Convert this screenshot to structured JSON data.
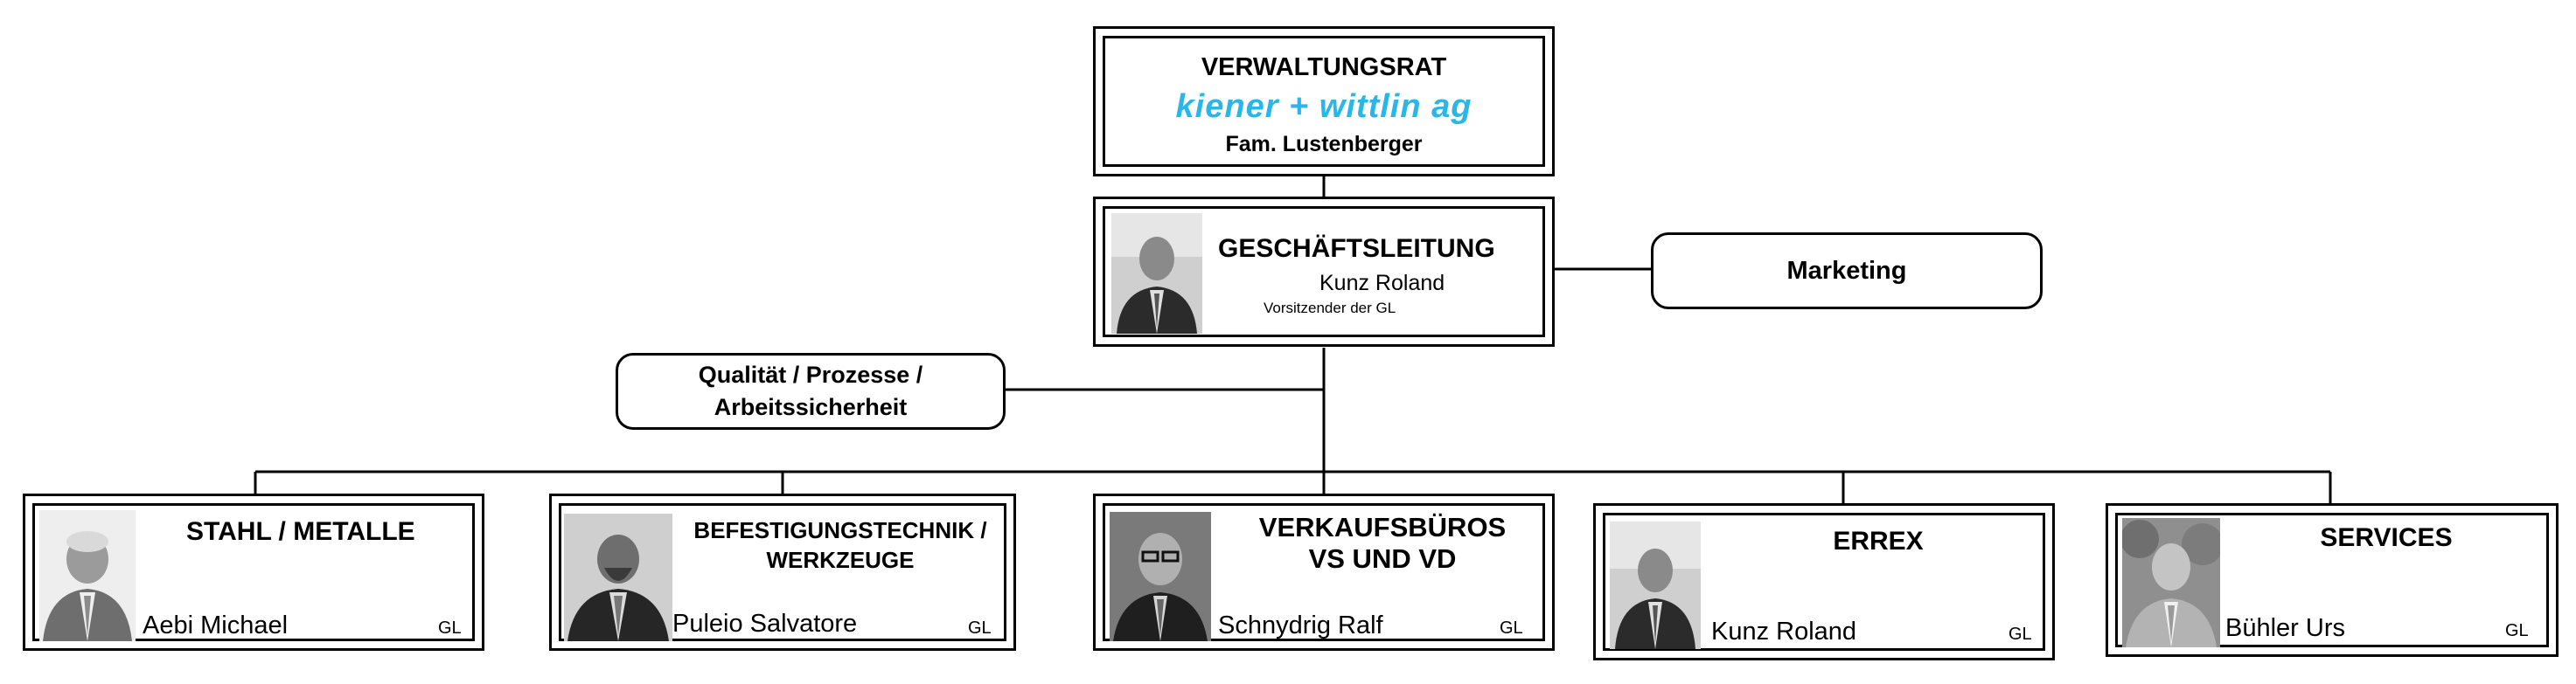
{
  "board": {
    "title": "VERWALTUNGSRAT",
    "logo_text": "kiener + wittlin ag",
    "owner": "Fam. Lustenberger",
    "logo_color": "#29b6e8"
  },
  "management": {
    "title": "GESCHÄFTSLEITUNG",
    "person": "Kunz Roland",
    "role": "Vorsitzender der GL"
  },
  "marketing": {
    "label": "Marketing"
  },
  "quality": {
    "line1": "Qualität / Prozesse /",
    "line2": "Arbeitssicherheit"
  },
  "divisions": [
    {
      "title": "STAHL / METALLE",
      "person": "Aebi Michael",
      "badge": "GL"
    },
    {
      "title_line1": "BEFESTIGUNGSTECHNIK /",
      "title_line2": "WERKZEUGE",
      "person": "Puleio Salvatore",
      "badge": "GL"
    },
    {
      "title_line1": "VERKAUFSBÜROS",
      "title_line2": "VS UND VD",
      "person": "Schnydrig Ralf",
      "badge": "GL"
    },
    {
      "title": "ERREX",
      "person": "Kunz Roland",
      "badge": "GL"
    },
    {
      "title": "SERVICES",
      "person": "Bühler Urs",
      "badge": "GL"
    }
  ]
}
